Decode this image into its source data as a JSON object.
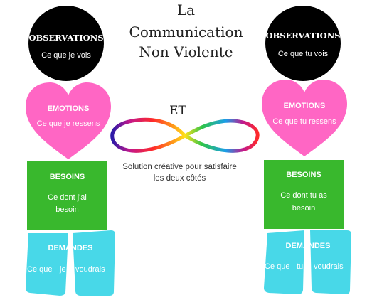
{
  "title": {
    "line1": "La",
    "line2": "Communication",
    "line3": "Non Violente"
  },
  "connector": {
    "et": "ET",
    "solution": "Solution créative pour satisfaire les deux côtés"
  },
  "left": {
    "observations_title": "OBSERVATIONS",
    "observations_sub": "Ce que je vois",
    "emotions_title": "EMOTIONS",
    "emotions_sub": "Ce que je ressens",
    "besoins_title": "BESOINS",
    "besoins_sub_1": "Ce dont j'ai",
    "besoins_sub_2": "besoin",
    "demandes_title": "DEMANDES",
    "demandes_sub_a": "Ce que",
    "demandes_sub_b": "je",
    "demandes_sub_c": "voudrais"
  },
  "right": {
    "observations_title": "OBSERVATIONS",
    "observations_sub": "Ce que tu vois",
    "emotions_title": "EMOTIONS",
    "emotions_sub": "Ce que tu ressens",
    "besoins_title": "BESOINS",
    "besoins_sub_1": "Ce dont tu as",
    "besoins_sub_2": "besoin",
    "demandes_title": "DEMANDES",
    "demandes_sub_a": "Ce que",
    "demandes_sub_b": "tu",
    "demandes_sub_c": "voudrais"
  },
  "colors": {
    "observations": "#000000",
    "emotions": "#ff66c4",
    "besoins": "#39b82d",
    "demandes": "#48d8e8"
  },
  "icons": {
    "connector": "infinity-rainbow-icon"
  }
}
